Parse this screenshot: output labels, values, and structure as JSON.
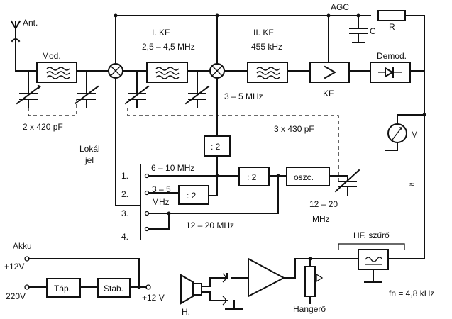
{
  "labels": {
    "ant": "Ant.",
    "mod": "Mod.",
    "cap_mod": "2 x 420 pF",
    "if1_title": "I. KF",
    "if1_freq": "2,5 – 4,5 MHz",
    "if2_title": "II. KF",
    "if2_freq": "455 kHz",
    "agc": "AGC",
    "c": "C",
    "r": "R",
    "demod": "Demod.",
    "kf": "KF",
    "band_3_5": "3 – 5 MHz",
    "cap_3x": "3 x 430 pF",
    "m": "M",
    "approx": "≈",
    "lokal": "Lokál",
    "jel": "jel",
    "div1": ": 2",
    "div2": ": 2",
    "div3": ": 2",
    "oszc": "oszc.",
    "band_6_10": "6 – 10 MHz",
    "band_3_5_a": "3 – 5",
    "band_3_5_b": "MHz",
    "band_12_20": "12 – 20 MHz",
    "band_12_20_a": "12 – 20",
    "band_12_20_b": "MHz",
    "sw1": "1.",
    "sw2": "2.",
    "sw3": "3.",
    "sw4": "4.",
    "akku": "Akku",
    "v12_in": "+12V",
    "v220": "220V",
    "tap": "Táp.",
    "stab": "Stab.",
    "v12_out": "+12 V",
    "h": "H.",
    "hangero": "Hangerő",
    "hf_filter": "HF. szűrő",
    "fn": "fn = 4,8 kHz"
  }
}
